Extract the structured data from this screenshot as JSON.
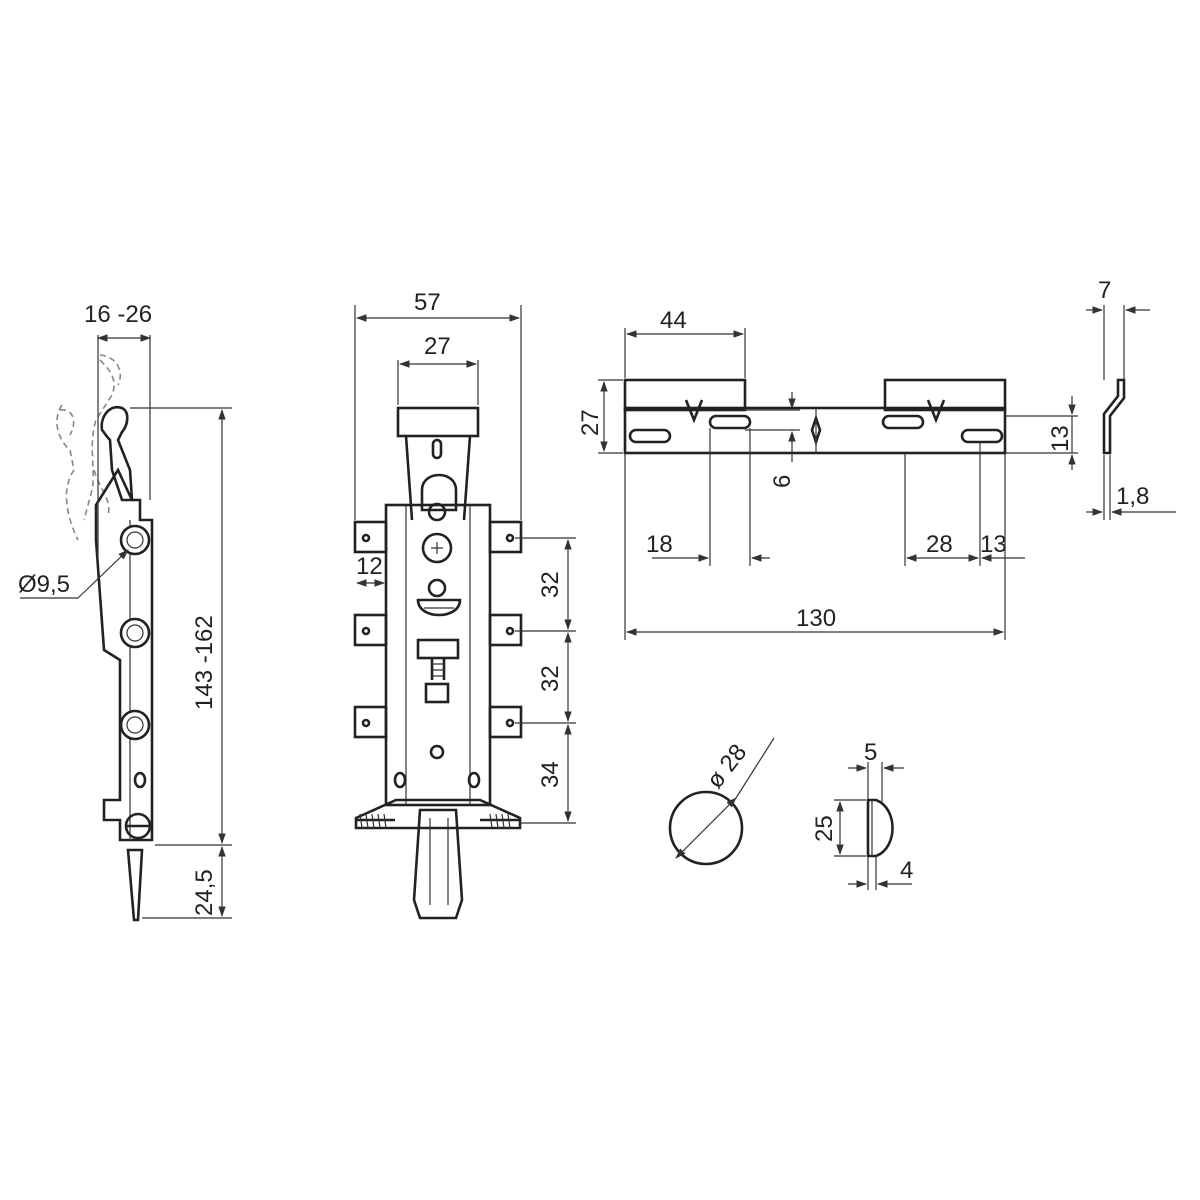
{
  "labels": {
    "side_width": "16 -26",
    "hole_dia": "Ø9,5",
    "height_range": "143 -162",
    "tip_len": "24,5",
    "front_width": "57",
    "front_inner": "27",
    "tab_len": "12",
    "pitch_1": "32",
    "pitch_2": "32",
    "pitch_3": "34",
    "plate_left": "44",
    "plate_height": "27",
    "slot_offset": "6",
    "slot_18": "18",
    "slot_28": "28",
    "slot_13_h": "13",
    "plate_len": "130",
    "slot_13_v": "13",
    "profile_w": "7",
    "thickness": "1,8",
    "cap_dia": "ø 28",
    "cap_w": "5",
    "cap_h": "25",
    "cap_4": "4"
  }
}
